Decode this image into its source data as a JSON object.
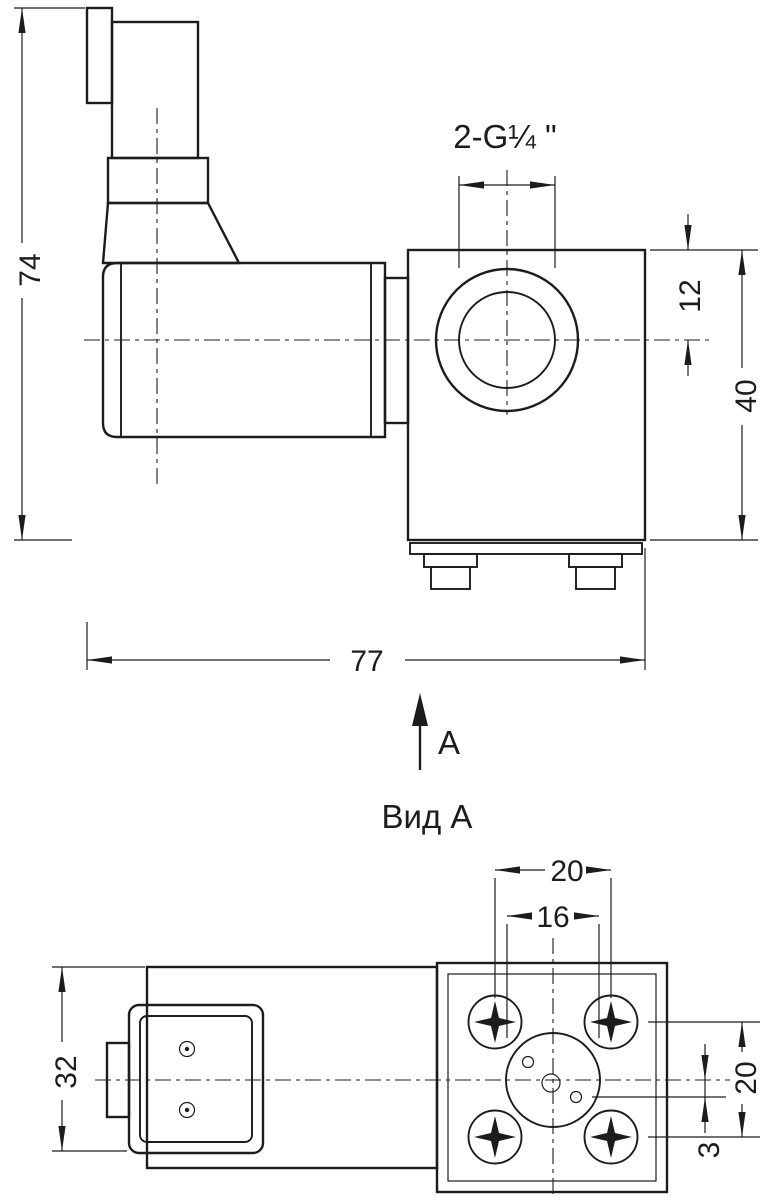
{
  "drawing": {
    "background": "#ffffff",
    "line_color": "#1c1c1c",
    "view_title": "Вид А",
    "view_arrow_label": "A",
    "port_thread_label": "2-G¼ \"",
    "dims": {
      "d74": "74",
      "d77": "77",
      "d12": "12",
      "d40": "40",
      "d20_top": "20",
      "d16": "16",
      "d32": "32",
      "d20_right": "20",
      "d3": "3"
    }
  }
}
